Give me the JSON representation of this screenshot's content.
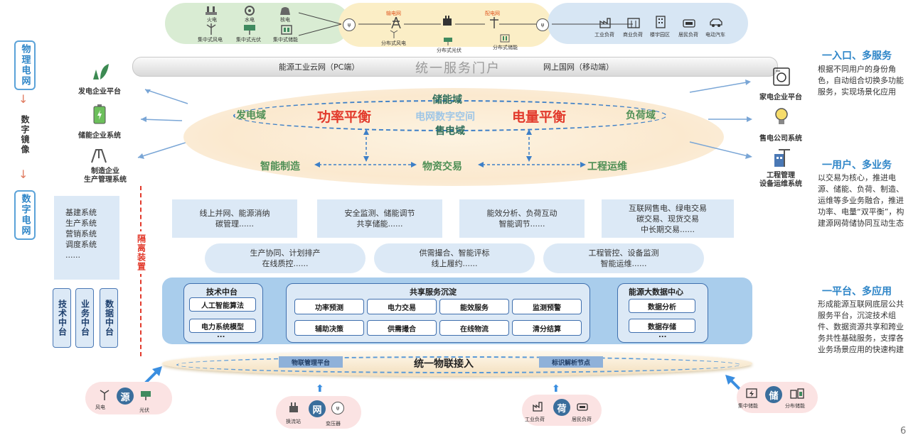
{
  "top": {
    "gen_left": [
      {
        "label": "火电",
        "icon": "thermal-power-icon"
      },
      {
        "label": "水电",
        "icon": "hydro-power-icon"
      },
      {
        "label": "核电",
        "icon": "nuclear-power-icon"
      },
      {
        "label": "集中式风电",
        "icon": "wind-farm-icon"
      },
      {
        "label": "集中式光伏",
        "icon": "solar-farm-icon"
      },
      {
        "label": "集中式储能",
        "icon": "central-storage-icon"
      }
    ],
    "mid": [
      {
        "label": "输电网",
        "icon": "transmission-tower-icon"
      },
      {
        "label": "配电网",
        "icon": "distribution-pole-icon"
      },
      {
        "label": "分布式风电",
        "icon": "distributed-wind-icon"
      },
      {
        "label": "分布式光伏",
        "icon": "distributed-solar-icon"
      },
      {
        "label": "分布式储能",
        "icon": "distributed-storage-icon"
      }
    ],
    "loads": [
      {
        "label": "工业负荷",
        "icon": "factory-icon"
      },
      {
        "label": "商业负荷",
        "icon": "commercial-building-icon"
      },
      {
        "label": "楼宇园区",
        "icon": "office-building-icon"
      },
      {
        "label": "居民负荷",
        "icon": "residential-icon"
      },
      {
        "label": "电动汽车",
        "icon": "ev-car-icon"
      }
    ]
  },
  "portal": {
    "left": "能源工业云网（PC端）",
    "title": "统一服务门户",
    "right": "网上国网（移动端）"
  },
  "left_col": {
    "physical": "物理电网",
    "mirror": "数字镜像",
    "digital": "数字电网"
  },
  "left_systems": [
    {
      "label": "发电企业平台",
      "icon": "power-plant-leaf-icon"
    },
    {
      "label": "储能企业系统",
      "icon": "battery-icon"
    },
    {
      "label": "制造企业\n生产管理系统",
      "icon": "manufacturing-robot-icon"
    }
  ],
  "ellipse": {
    "top": "储能域",
    "left": "发电域",
    "red_left": "功率平衡",
    "center": "电网数字空间",
    "red_right": "电量平衡",
    "right": "负荷域",
    "bottom": "售电域",
    "row2": [
      "智能制造",
      "物资交易",
      "工程运维"
    ]
  },
  "services": [
    "线上并网、能源消纳\n碳管理......",
    "安全监测、储能调节\n共享储能......",
    "能效分析、负荷互动\n智能调节......",
    "互联网售电、绿电交易\n碳交易、现货交易\n中长期交易......"
  ],
  "pills": [
    "生产协同、计划排产\n在线质控......",
    "供需撮合、智能评标\n线上履约......",
    "工程管控、设备监测\n智能运维......"
  ],
  "legacy_list": "基建系统\n生产系统\n营销系统\n调度系统\n......",
  "middle_tags": [
    "技术中台",
    "业务中台",
    "数据中台"
  ],
  "isolation": "隔离装置",
  "platform": {
    "tech": {
      "title": "技术中台",
      "items": [
        "人工智能算法",
        "电力系统模型"
      ],
      "more": "..."
    },
    "shared": {
      "title": "共享服务沉淀",
      "items": [
        "功率预测",
        "电力交易",
        "能效服务",
        "监测预警",
        "辅助决策",
        "供需撮合",
        "在线物流",
        "清分结算"
      ]
    },
    "data": {
      "title": "能源大数据中心",
      "items": [
        "数据分析",
        "数据存储"
      ],
      "more": "..."
    }
  },
  "iot": {
    "left_tag": "物联管理平台",
    "title": "统一物联接入",
    "right_tag": "标识解析节点"
  },
  "entities": [
    {
      "char": "源",
      "labels": [
        "风电",
        "光伏"
      ]
    },
    {
      "char": "网",
      "labels": [
        "换流站",
        "变压器"
      ]
    },
    {
      "char": "荷",
      "labels": [
        "工业负荷",
        "居民负荷"
      ]
    },
    {
      "char": "储",
      "labels": [
        "集中储能",
        "分布储能"
      ]
    }
  ],
  "right_systems": [
    {
      "label": "家电企业平台",
      "icon": "washing-machine-icon"
    },
    {
      "label": "售电公司系统",
      "icon": "light-bulb-icon"
    },
    {
      "label": "工程管理\n设备运维系统",
      "icon": "construction-crane-icon"
    }
  ],
  "right_text": [
    {
      "head": "一入口、多服务",
      "body": "根据不同用户的身份角色，自动组合切换多功能服务，实现场景化应用"
    },
    {
      "head": "一用户、多业务",
      "body": "以交易为核心，推进电源、储能、负荷、制造、运维等多业务融合，推进功率、电量“双平衡”，构建源网荷储协同互动生态"
    },
    {
      "head": "一平台、多应用",
      "body": "形成能源互联网底层公共服务平台，沉淀技术组件、数据资源共享和跨业务共性基础服务，支撑各业务场景应用的快速构建"
    }
  ],
  "page_number": "6"
}
